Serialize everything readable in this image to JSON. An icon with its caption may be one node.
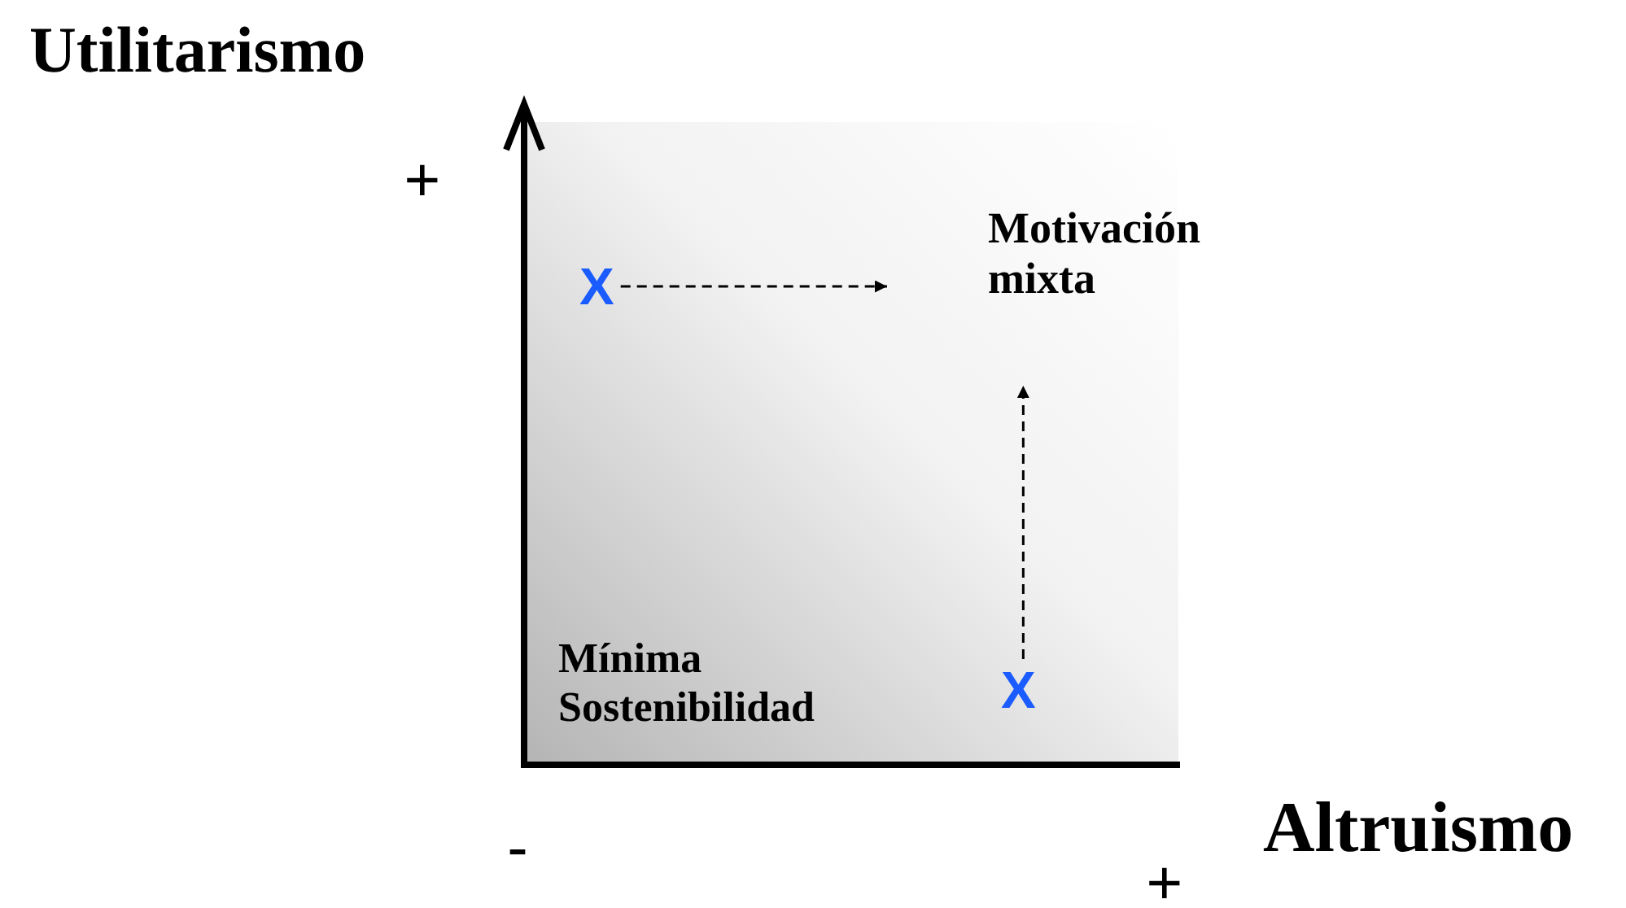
{
  "diagram": {
    "nodes": [
      {
        "text": [
          "X"
        ]
      },
      {
        "text": [
          "Motivación mixta"
        ]
      },
      {
        "text": [
          "X"
        ]
      }
    ],
    "edges": [
      {
        "from": 0,
        "to": 1,
        "arrow": "to",
        "style": "dashed"
      },
      {
        "from": 2,
        "to": 1,
        "arrow": "to",
        "style": "dashed"
      }
    ],
    "labels": [
      "Utilitarismo",
      "+",
      "Mínima Sostenibilidad",
      "-",
      "+",
      "Altruismo"
    ]
  }
}
